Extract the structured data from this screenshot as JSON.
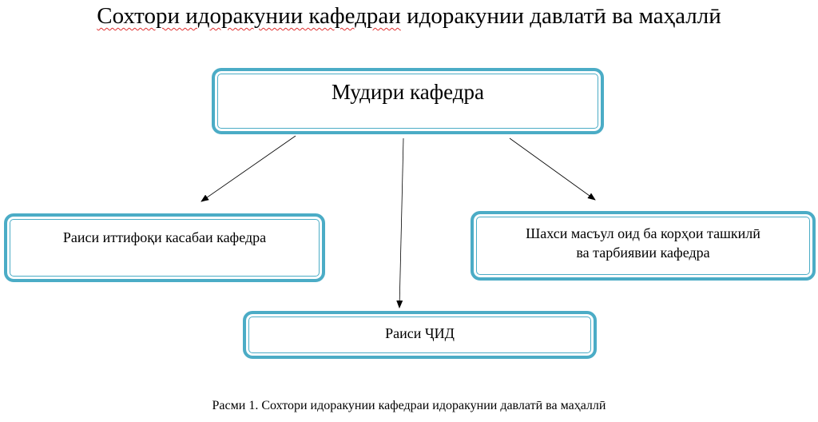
{
  "title": {
    "part1": "Сохтори идоракунии кафедраи",
    "part2": " идоракунии давлатӣ ва маҳаллӣ"
  },
  "nodes": {
    "head": "Мудири кафедра",
    "union": "Раиси иттифоқи касабаи кафедра",
    "education_line1": "Шахси масъул оид ба корҳои ташкилӣ",
    "education_line2": "ва тарбиявии кафедра",
    "youth": "Раиси ҶИД"
  },
  "caption": "Расми 1. Сохтори идоракунии кафедраи идоракунии давлатӣ ва маҳаллӣ",
  "colors": {
    "box_border": "#4bacc6",
    "spellcheck": "#e03030"
  }
}
